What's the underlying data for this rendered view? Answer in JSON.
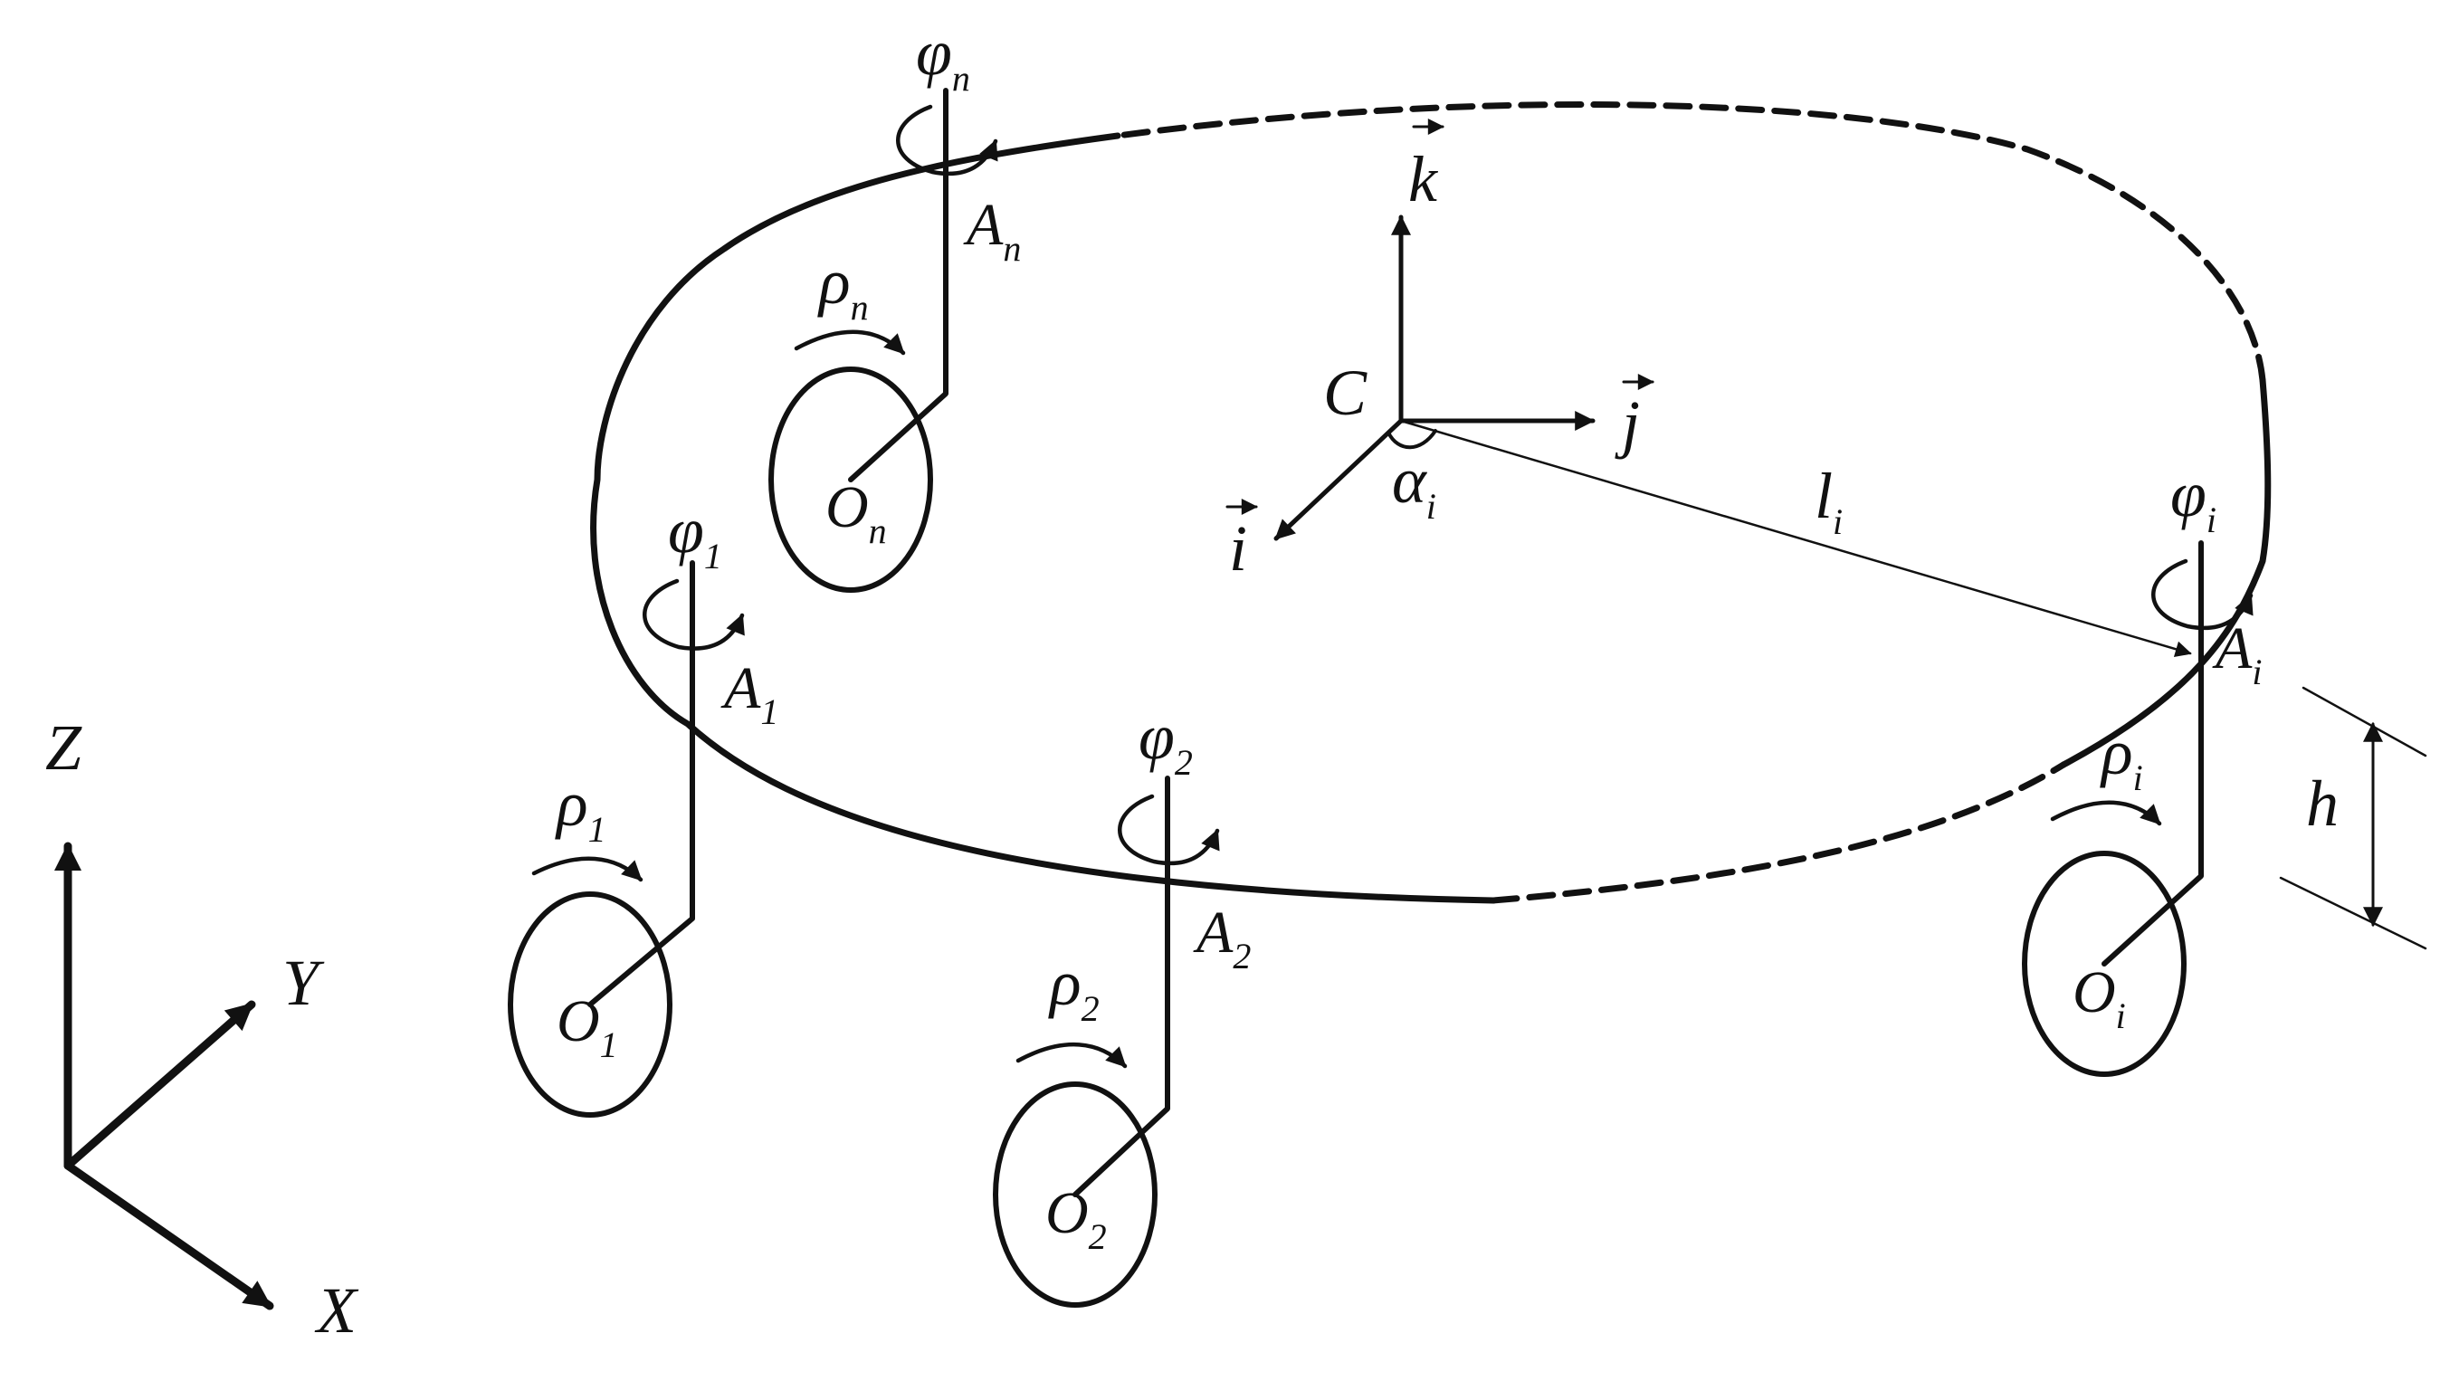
{
  "world_axes": {
    "z": "Z",
    "y": "Y",
    "x": "X"
  },
  "body_frame": {
    "center": "C",
    "k": "k",
    "j": "j",
    "i": "i",
    "alpha": "α",
    "alpha_sub": "i"
  },
  "wheel_1": {
    "phi": "φ",
    "phi_sub": "1",
    "rho": "ρ",
    "rho_sub": "1",
    "a": "A",
    "a_sub": "1",
    "o": "O",
    "o_sub": "1"
  },
  "wheel_2": {
    "phi": "φ",
    "phi_sub": "2",
    "rho": "ρ",
    "rho_sub": "2",
    "a": "A",
    "a_sub": "2",
    "o": "O",
    "o_sub": "2"
  },
  "wheel_n": {
    "phi": "φ",
    "phi_sub": "n",
    "rho": "ρ",
    "rho_sub": "n",
    "a": "A",
    "a_sub": "n",
    "o": "O",
    "o_sub": "n"
  },
  "wheel_i": {
    "phi": "φ",
    "phi_sub": "i",
    "rho": "ρ",
    "rho_sub": "i",
    "a": "A",
    "a_sub": "i",
    "o": "O",
    "o_sub": "i"
  },
  "distance": {
    "l": "l",
    "l_sub": "i"
  },
  "height": "h"
}
